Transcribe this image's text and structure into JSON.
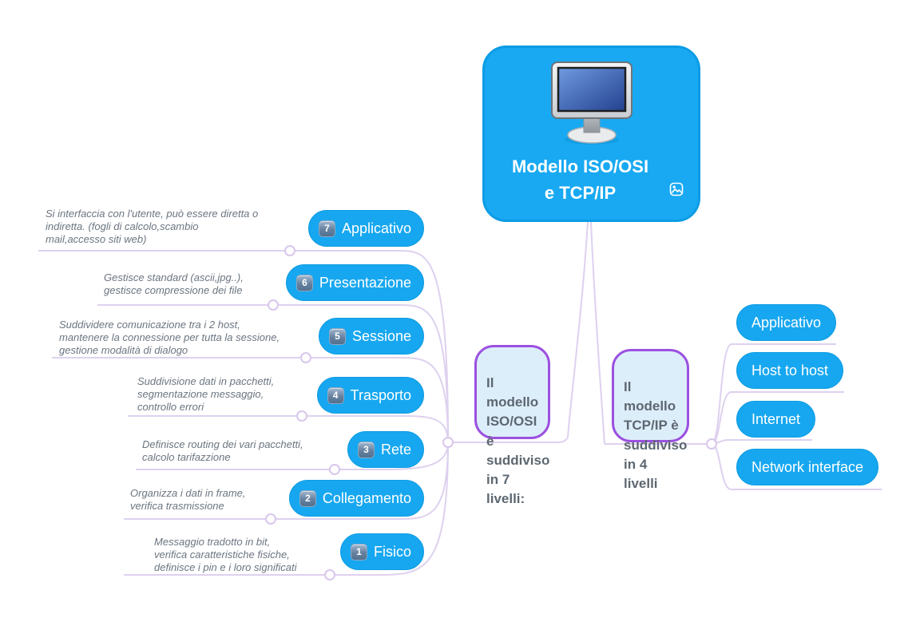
{
  "map": {
    "root": {
      "title": "Modello ISO/OSI\ne TCP/IP",
      "illustration": "desktop-computer",
      "attachment_icon": "image"
    },
    "iso_topic": {
      "text": "Il modello\nISO/OSI è\nsuddiviso\nin 7 livelli:"
    },
    "tcp_topic": {
      "text": "Il modello\nTCP/IP è\nsuddiviso\nin 4 livelli"
    },
    "osi_layers": [
      {
        "number": "7",
        "label": "Applicativo",
        "note": "Si interfaccia con l'utente, può essere diretta o\nindiretta. (fogli di calcolo,scambio\nmail,accesso siti web)"
      },
      {
        "number": "6",
        "label": "Presentazione",
        "note": "Gestisce standard (ascii,jpg..),\ngestisce compressione dei file"
      },
      {
        "number": "5",
        "label": "Sessione",
        "note": "Suddividere comunicazione tra i 2 host,\nmantenere la connessione per tutta la sessione,\ngestione modalità di dialogo"
      },
      {
        "number": "4",
        "label": "Trasporto",
        "note": "Suddivisione dati in pacchetti,\nsegmentazione messaggio,\ncontrollo errori"
      },
      {
        "number": "3",
        "label": "Rete",
        "note": "Definisce routing dei vari pacchetti,\ncalcolo tarifazzione"
      },
      {
        "number": "2",
        "label": "Collegamento",
        "note": "Organizza i dati in frame,\nverifica trasmissione"
      },
      {
        "number": "1",
        "label": "Fisico",
        "note": "Messaggio tradotto in bit,\nverifica caratteristiche fisiche,\ndefinisce i pin e i loro significati"
      }
    ],
    "tcp_layers": [
      {
        "label": "Applicativo"
      },
      {
        "label": "Host to host"
      },
      {
        "label": "Internet"
      },
      {
        "label": "Network interface"
      }
    ]
  },
  "colors": {
    "node_blue": "#17a7f0",
    "branch_line": "#ded1ef",
    "topic_border": "#9b51e0",
    "topic_fill": "#ddeefb",
    "topic_text": "#5d6770",
    "note_text": "#6b7580"
  }
}
